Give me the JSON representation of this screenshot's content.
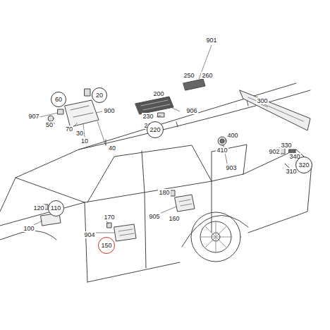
{
  "diagram": {
    "nodes": [
      {
        "text": [
          "60"
        ]
      },
      {
        "text": [
          "20"
        ]
      },
      {
        "text": [
          "220"
        ]
      },
      {
        "text": [
          "320"
        ]
      },
      {
        "text": [
          "110"
        ]
      },
      {
        "text": [
          "150"
        ]
      }
    ],
    "labels": [
      "901",
      "250",
      "260",
      "300",
      "907",
      "900",
      "200",
      "230",
      "906",
      "50",
      "70",
      "30",
      "210",
      "10",
      "40",
      "400",
      "902",
      "330",
      "410",
      "340",
      "903",
      "310",
      "180",
      "120",
      "905",
      "160",
      "100",
      "170",
      "904"
    ]
  }
}
